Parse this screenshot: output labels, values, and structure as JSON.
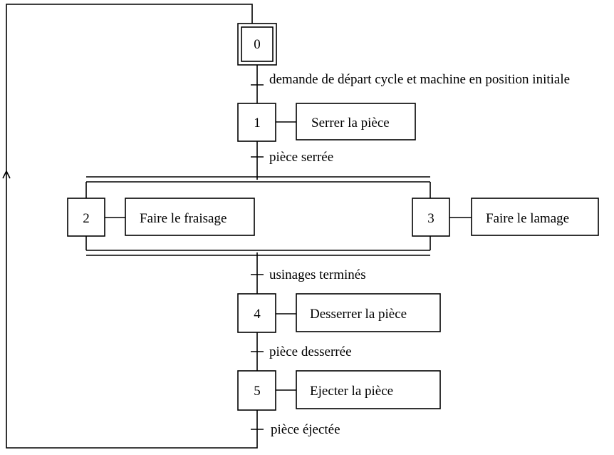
{
  "grafcet": {
    "steps": [
      {
        "id": "0",
        "initial": true
      },
      {
        "id": "1",
        "action": "Serrer la pièce"
      },
      {
        "id": "2",
        "action": "Faire le fraisage"
      },
      {
        "id": "3",
        "action": "Faire le lamage"
      },
      {
        "id": "4",
        "action": "Desserrer la pièce"
      },
      {
        "id": "5",
        "action": "Ejecter la pièce"
      }
    ],
    "transitions": [
      {
        "from": "0",
        "to": "1",
        "condition": "demande de départ cycle et machine en position initiale"
      },
      {
        "from": "1",
        "to": "2,3",
        "condition": "pièce serrée"
      },
      {
        "from": "2,3",
        "to": "4",
        "condition": "usinages terminés"
      },
      {
        "from": "4",
        "to": "5",
        "condition": "pièce desserrée"
      },
      {
        "from": "5",
        "to": "0",
        "condition": "pièce éjectée"
      }
    ]
  }
}
